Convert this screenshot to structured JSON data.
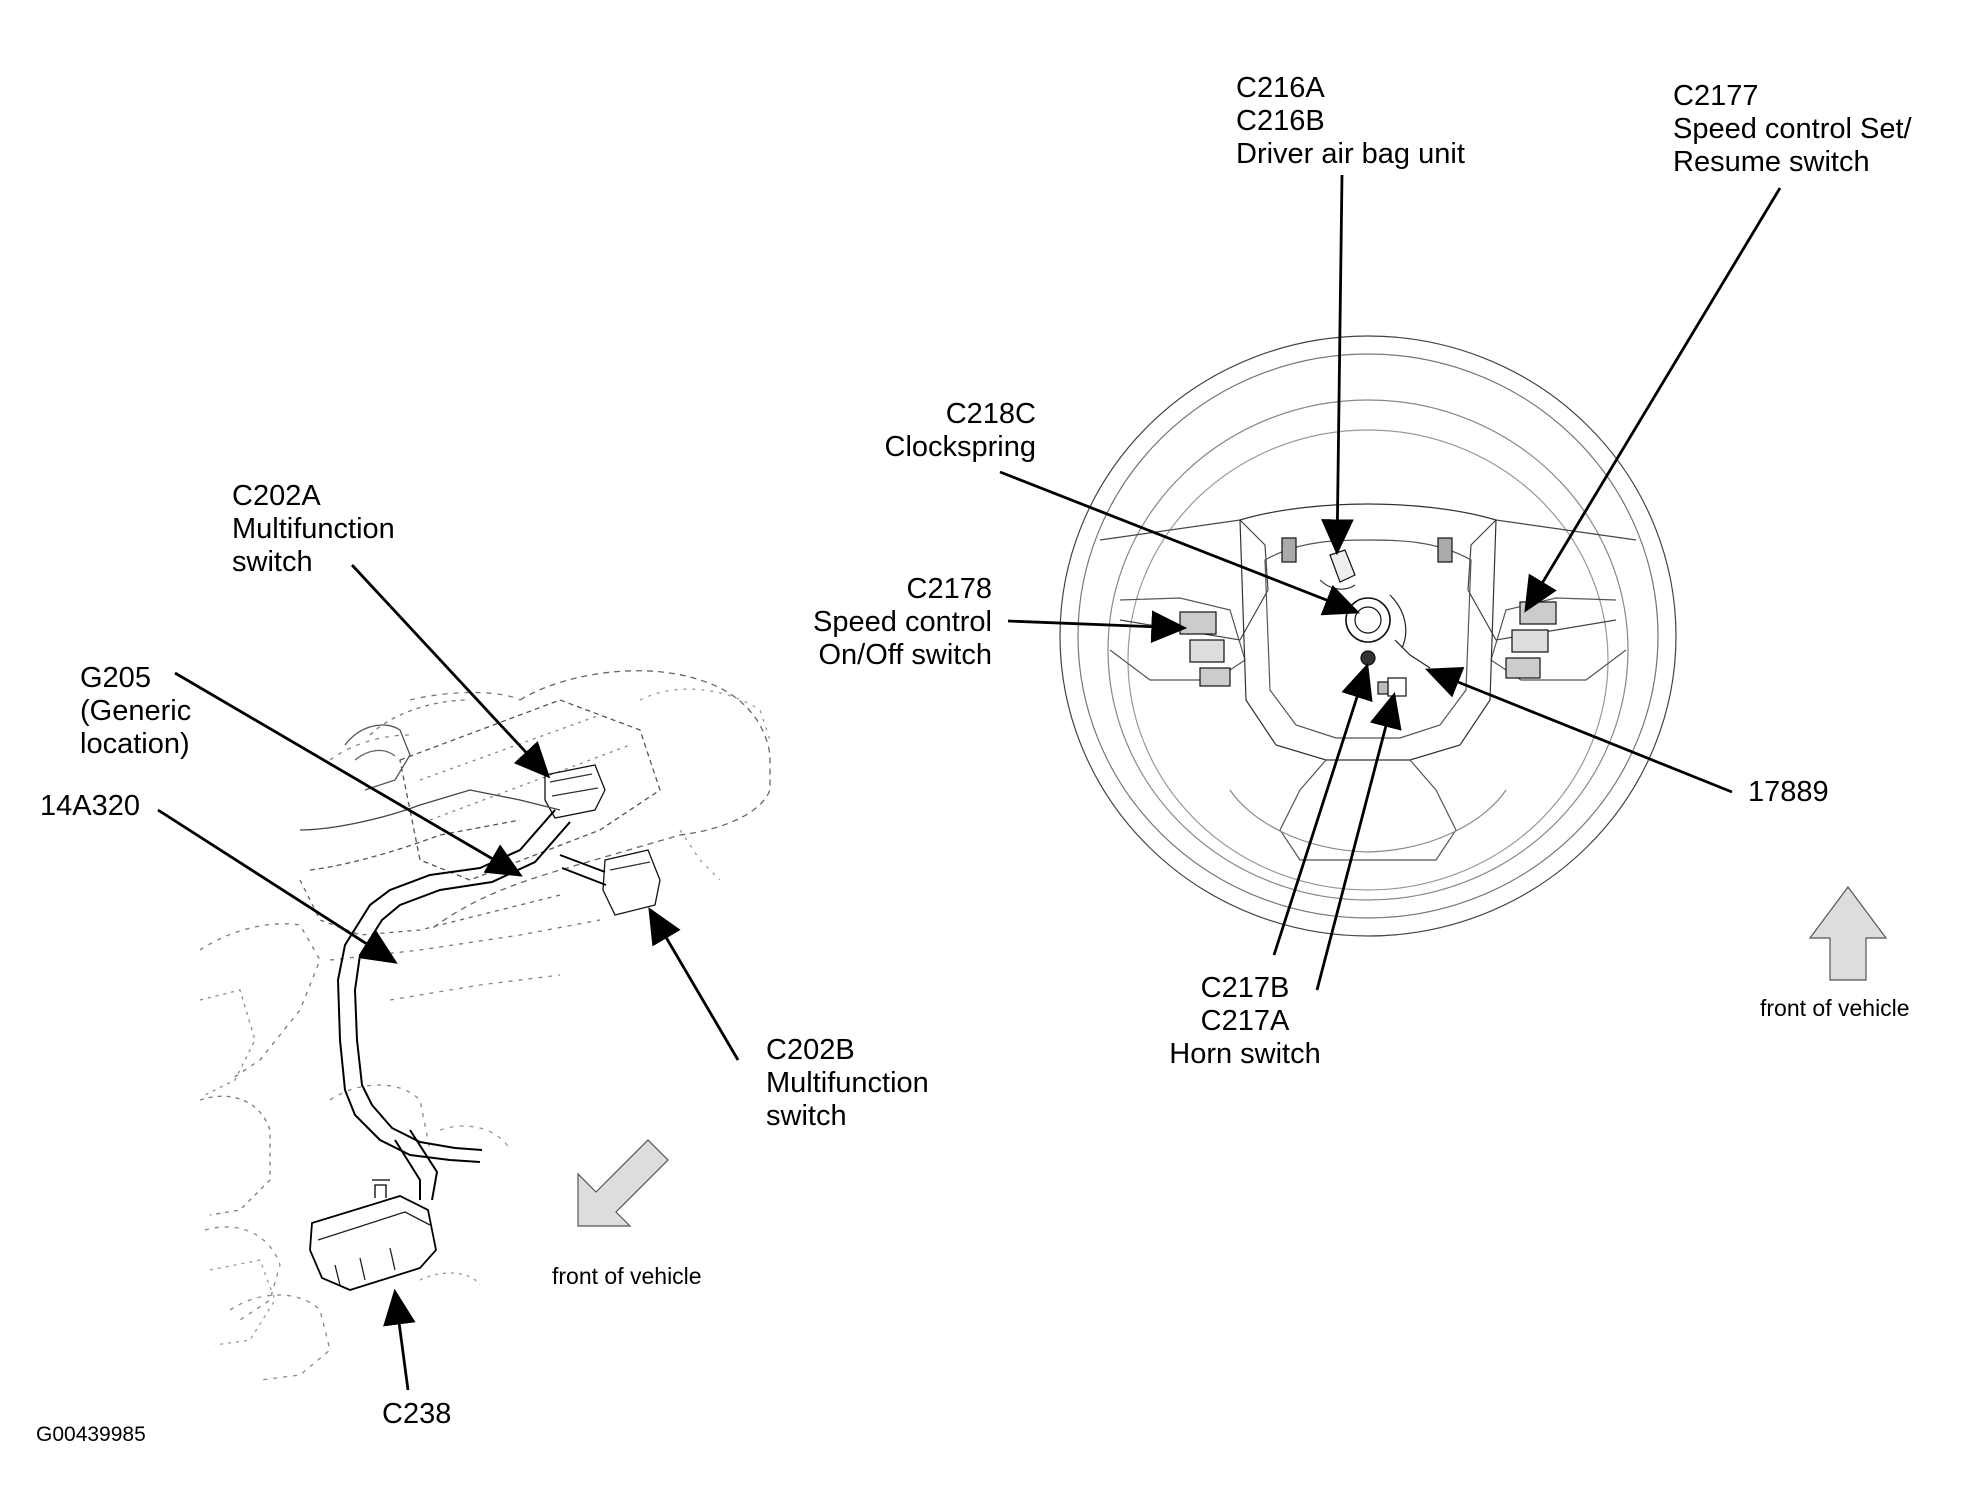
{
  "callouts": {
    "c202a": [
      "C202A",
      "Multifunction",
      "switch"
    ],
    "g205": [
      "G205",
      "(Generic",
      "location)"
    ],
    "a14a320": [
      "14A320"
    ],
    "c202b": [
      "C202B",
      "Multifunction",
      "switch"
    ],
    "c238": [
      "C238"
    ],
    "c216": [
      "C216A",
      "C216B",
      "Driver air bag unit"
    ],
    "c2177": [
      "C2177",
      "Speed control Set/",
      "Resume switch"
    ],
    "c218c": [
      "C218C",
      "Clockspring"
    ],
    "c2178": [
      "C2178",
      "Speed control",
      "On/Off switch"
    ],
    "n17889": [
      "17889"
    ],
    "c217": [
      "C217B",
      "C217A",
      "Horn switch"
    ]
  },
  "orientation": {
    "left": "front of vehicle",
    "right": "front of vehicle"
  },
  "figure_id": "G00439985"
}
